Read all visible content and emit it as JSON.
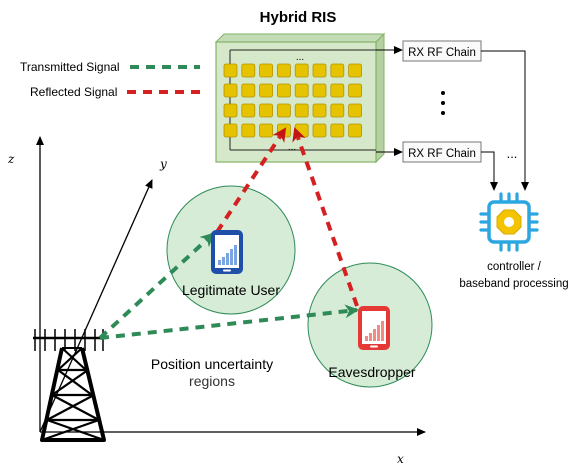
{
  "title": "Hybrid RIS",
  "legend": {
    "transmitted": "Transmitted Signal",
    "reflected": "Reflected Signal"
  },
  "rx_chain_label": "RX RF Chain",
  "rx_chain_label_2": "RX RF Chain",
  "vdots": "⋮",
  "hdots": "...",
  "ris_dots_top": "...",
  "ris_dots_bottom": "...",
  "controller_label_line1": "controller /",
  "controller_label_line2": "baseband processing",
  "legit_user_label": "Legitimate User",
  "eavesdropper_label": "Eavesdropper",
  "uncertainty_line1": "Position uncertainty",
  "uncertainty_line2": "regions",
  "axis_x": "x",
  "axis_y": "y",
  "axis_z": "z",
  "colors": {
    "transmitted": "#2e8b57",
    "reflected": "#d42020",
    "ris_fill": "#d5e8c9",
    "element_fill": "#e6c300",
    "circle_fill": "#d6ecd7",
    "chip": "#2ca6e0",
    "chip_core": "#f5c400"
  },
  "icons": [
    "legitimate-phone-icon",
    "eavesdropper-phone-icon",
    "controller-chip-icon",
    "base-station-tower-icon"
  ]
}
